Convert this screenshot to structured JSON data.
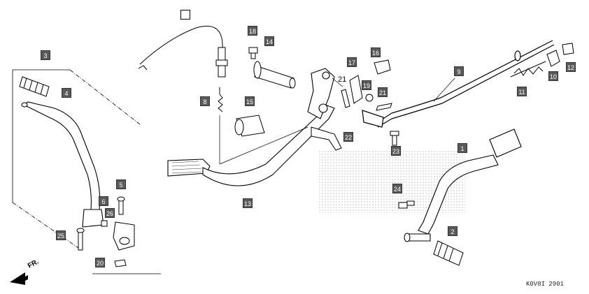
{
  "diagram": {
    "code": "K0V8I 2901",
    "direction_label": "FR.",
    "plain_label": "21",
    "callouts": [
      {
        "id": "c-blank",
        "text": ""
      },
      {
        "id": "c18",
        "text": "18"
      },
      {
        "id": "c14",
        "text": "14"
      },
      {
        "id": "c16",
        "text": "16"
      },
      {
        "id": "c17",
        "text": "17"
      },
      {
        "id": "c19",
        "text": "19"
      },
      {
        "id": "c21",
        "text": "21"
      },
      {
        "id": "c9",
        "text": "9"
      },
      {
        "id": "c10",
        "text": "10"
      },
      {
        "id": "c12",
        "text": "12"
      },
      {
        "id": "c11",
        "text": "11"
      },
      {
        "id": "c3",
        "text": "3"
      },
      {
        "id": "c4",
        "text": "4"
      },
      {
        "id": "c8",
        "text": "8"
      },
      {
        "id": "c15",
        "text": "15"
      },
      {
        "id": "c22",
        "text": "22"
      },
      {
        "id": "c23",
        "text": "23"
      },
      {
        "id": "c1",
        "text": "1"
      },
      {
        "id": "c24",
        "text": "24"
      },
      {
        "id": "c2",
        "text": "2"
      },
      {
        "id": "c5",
        "text": "5"
      },
      {
        "id": "c6",
        "text": "6"
      },
      {
        "id": "c26",
        "text": "26"
      },
      {
        "id": "c13",
        "text": "13"
      },
      {
        "id": "c25",
        "text": "25"
      },
      {
        "id": "c20",
        "text": "20"
      }
    ]
  }
}
